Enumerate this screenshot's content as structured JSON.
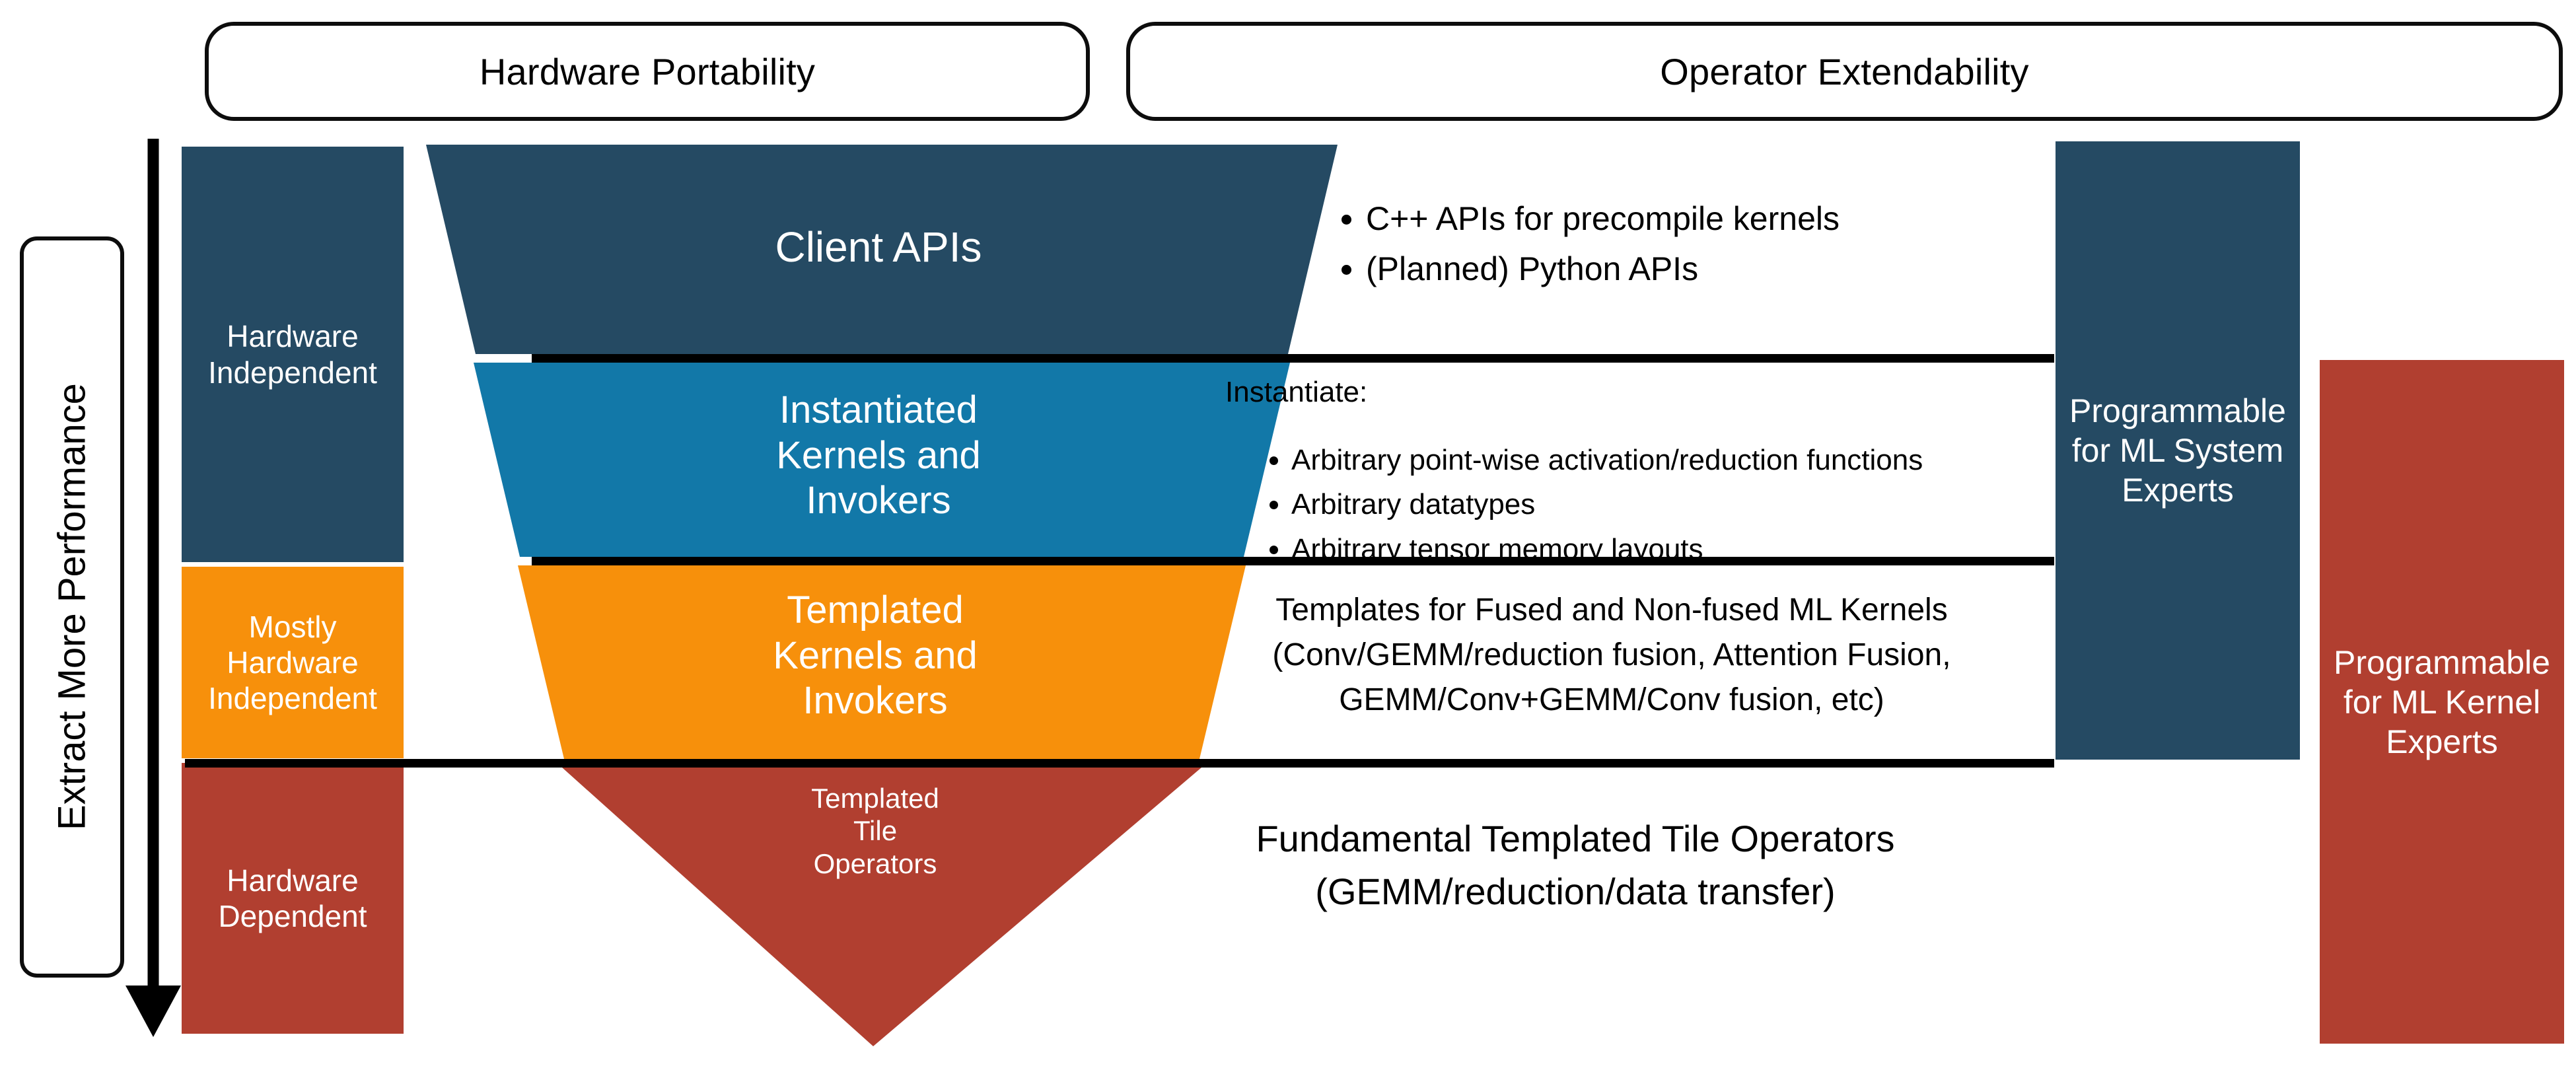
{
  "header": {
    "left_pill": "Hardware Portability",
    "right_pill": "Operator Extendability"
  },
  "axis": {
    "label": "Extract More Performance",
    "direction_icon": "down-arrow-icon"
  },
  "hardware_levels": [
    {
      "id": "hardware-independent",
      "label": "Hardware\nIndependent",
      "color": "#254A63"
    },
    {
      "id": "mostly-hardware-independent",
      "label": "Mostly\nHardware\nIndependent",
      "color": "#F7900B"
    },
    {
      "id": "hardware-dependent",
      "label": "Hardware\nDependent",
      "color": "#B13F30"
    }
  ],
  "funnel": {
    "layers": [
      {
        "id": "client-apis",
        "label": "Client APIs",
        "color": "#254A63"
      },
      {
        "id": "instantiated-kernels",
        "label": "Instantiated\nKernels and\nInvokers",
        "color": "#1278A8"
      },
      {
        "id": "templated-kernels",
        "label": "Templated\nKernels and\nInvokers",
        "color": "#F7900B"
      },
      {
        "id": "templated-tile-operators",
        "label": "Templated\nTile\nOperators",
        "color": "#B13F30"
      }
    ]
  },
  "notes": {
    "client_apis": {
      "bullets": [
        "C++ APIs for precompile kernels",
        "(Planned) Python APIs"
      ]
    },
    "instantiated": {
      "lead": "Instantiate:",
      "bullets": [
        "Arbitrary point-wise activation/reduction functions",
        "Arbitrary datatypes",
        "Arbitrary tensor memory layouts"
      ]
    },
    "templated_kernels": {
      "lines": [
        "Templates for Fused and Non-fused ML Kernels",
        "(Conv/GEMM/reduction fusion, Attention Fusion,",
        "GEMM/Conv+GEMM/Conv fusion, etc)"
      ]
    },
    "tile_operators": {
      "lines": [
        "Fundamental Templated Tile Operators",
        "(GEMM/reduction/data transfer)"
      ]
    }
  },
  "personas": [
    {
      "id": "ml-system-experts",
      "label": "Programmable\nfor ML System\nExperts",
      "color": "#254A63"
    },
    {
      "id": "ml-kernel-experts",
      "label": "Programmable\nfor ML Kernel\nExperts",
      "color": "#B13F30"
    }
  ],
  "colors": {
    "dark_blue": "#254A63",
    "mid_blue": "#1278A8",
    "orange": "#F7900B",
    "red": "#B13F30",
    "outline": "#000000",
    "background": "#FFFFFF"
  }
}
